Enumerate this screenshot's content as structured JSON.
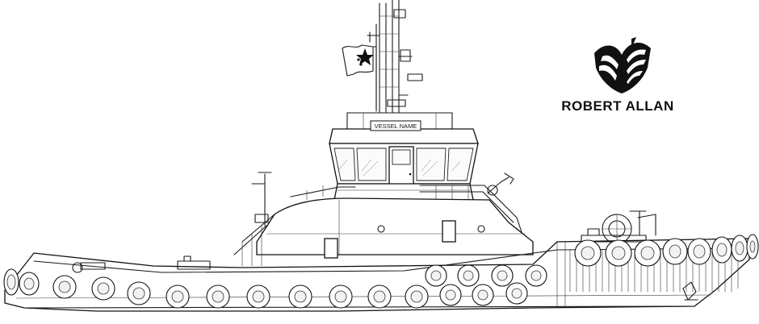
{
  "vessel": {
    "name_plate": "VESSEL NAME",
    "type": "tug-profile-drawing"
  },
  "brand": {
    "name": "ROBERT ALLAN",
    "logo_icon": "robert-allan-logo-icon"
  },
  "flag": {
    "icon": "flag-icon"
  },
  "colors": {
    "line": "#1a1a1a",
    "background": "#ffffff"
  }
}
